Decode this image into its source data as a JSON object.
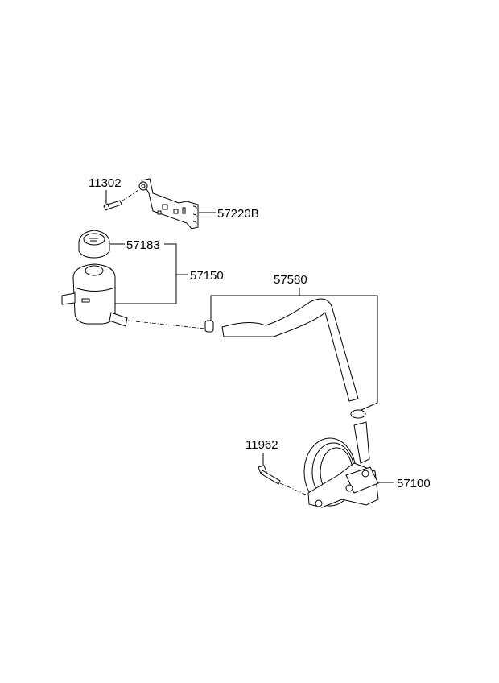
{
  "parts": {
    "bolt_11302": "11302",
    "bracket": "57220B",
    "cap": "57183",
    "reservoir": "57150",
    "hose": "57580",
    "bolt_11962": "11962",
    "pump": "57100"
  }
}
